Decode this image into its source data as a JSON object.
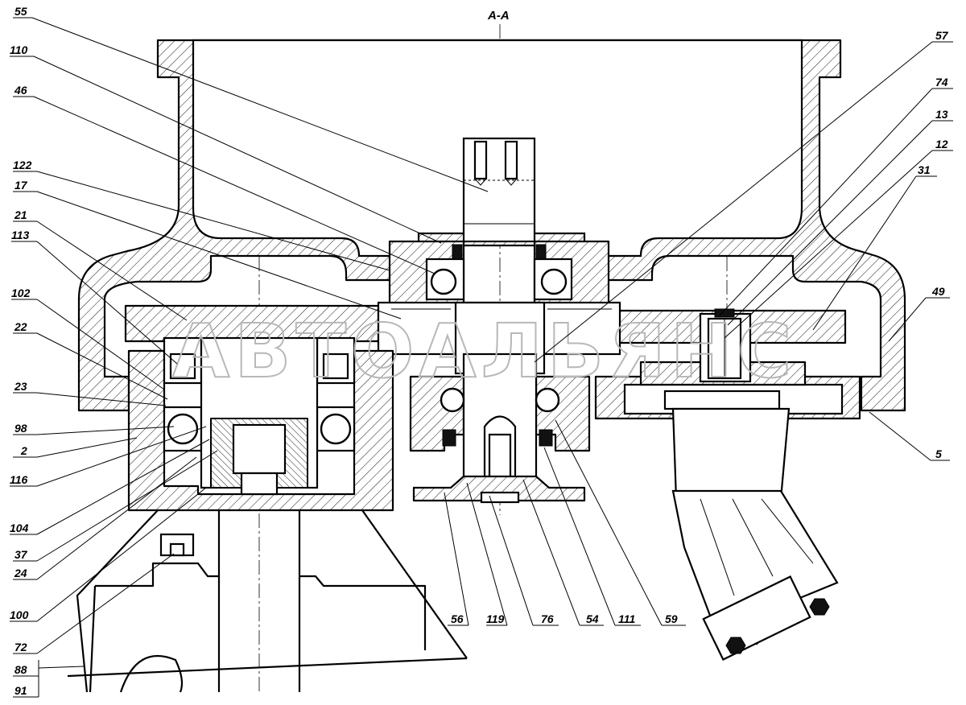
{
  "drawing": {
    "section_title": "А-А",
    "watermark": "АВТОАЛЬЯНС",
    "part_labels": [
      {
        "id": "label-55",
        "text": "55"
      },
      {
        "id": "label-110",
        "text": "110"
      },
      {
        "id": "label-46",
        "text": "46"
      },
      {
        "id": "label-122",
        "text": "122"
      },
      {
        "id": "label-17",
        "text": "17"
      },
      {
        "id": "label-21",
        "text": "21"
      },
      {
        "id": "label-113",
        "text": "113"
      },
      {
        "id": "label-102",
        "text": "102"
      },
      {
        "id": "label-22",
        "text": "22"
      },
      {
        "id": "label-23",
        "text": "23"
      },
      {
        "id": "label-98",
        "text": "98"
      },
      {
        "id": "label-2",
        "text": "2"
      },
      {
        "id": "label-116",
        "text": "116"
      },
      {
        "id": "label-104",
        "text": "104"
      },
      {
        "id": "label-37",
        "text": "37"
      },
      {
        "id": "label-24",
        "text": "24"
      },
      {
        "id": "label-100",
        "text": "100"
      },
      {
        "id": "label-72",
        "text": "72"
      },
      {
        "id": "label-88",
        "text": "88"
      },
      {
        "id": "label-91",
        "text": "91"
      },
      {
        "id": "label-57",
        "text": "57"
      },
      {
        "id": "label-74",
        "text": "74"
      },
      {
        "id": "label-13",
        "text": "13"
      },
      {
        "id": "label-12",
        "text": "12"
      },
      {
        "id": "label-31",
        "text": "31"
      },
      {
        "id": "label-49",
        "text": "49"
      },
      {
        "id": "label-5",
        "text": "5"
      },
      {
        "id": "label-56",
        "text": "56"
      },
      {
        "id": "label-119",
        "text": "119"
      },
      {
        "id": "label-76",
        "text": "76"
      },
      {
        "id": "label-54",
        "text": "54"
      },
      {
        "id": "label-111",
        "text": "111"
      },
      {
        "id": "label-59",
        "text": "59"
      }
    ]
  }
}
